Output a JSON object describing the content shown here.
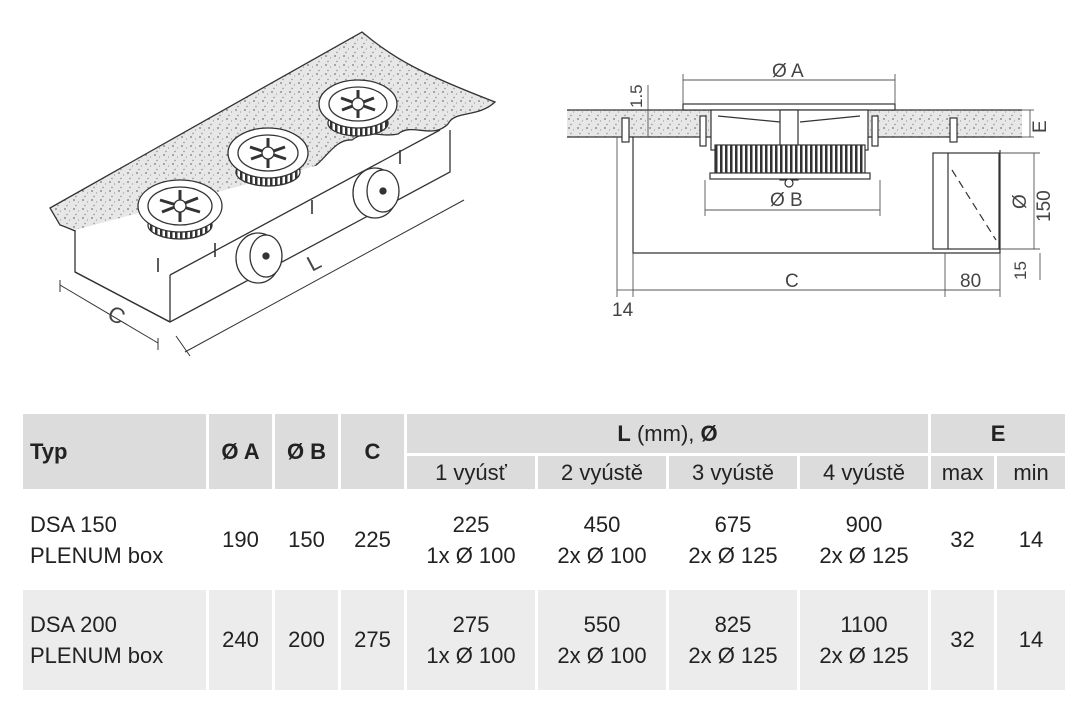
{
  "drawing_labels": {
    "iso_C": "C",
    "iso_L": "L",
    "dim_A": "Ø A",
    "dim_B": "Ø B",
    "dim_C": "C",
    "dim_E": "E",
    "dim_1_5": "1.5",
    "dim_150": "150",
    "dim_diam": "Ø",
    "dim_15": "15",
    "dim_80": "80",
    "dim_14": "14"
  },
  "table": {
    "headers": {
      "typ": "Typ",
      "a": "Ø A",
      "b": "Ø B",
      "c": "C",
      "l_bold": "L",
      "l_unit": " (mm), ",
      "l_diam": "Ø",
      "e": "E",
      "l_sub": [
        "1 vyúsť",
        "2 vyústě",
        "3 vyústě",
        "4 vyústě"
      ],
      "e_sub": [
        "max",
        "min"
      ]
    },
    "rows": [
      {
        "name_line1": "DSA 150",
        "name_line2": "PLENUM box",
        "a": "190",
        "b": "150",
        "c": "225",
        "l": [
          {
            "len": "225",
            "outlets": "1x Ø 100"
          },
          {
            "len": "450",
            "outlets": "2x Ø 100"
          },
          {
            "len": "675",
            "outlets": "2x Ø 125"
          },
          {
            "len": "900",
            "outlets": "2x Ø 125"
          }
        ],
        "e_max": "32",
        "e_min": "14"
      },
      {
        "name_line1": "DSA 200",
        "name_line2": "PLENUM box",
        "a": "240",
        "b": "200",
        "c": "275",
        "l": [
          {
            "len": "275",
            "outlets": "1x Ø 100"
          },
          {
            "len": "550",
            "outlets": "2x Ø 100"
          },
          {
            "len": "825",
            "outlets": "2x Ø 125"
          },
          {
            "len": "1100",
            "outlets": "2x Ø 125"
          }
        ],
        "e_max": "32",
        "e_min": "14"
      }
    ]
  }
}
